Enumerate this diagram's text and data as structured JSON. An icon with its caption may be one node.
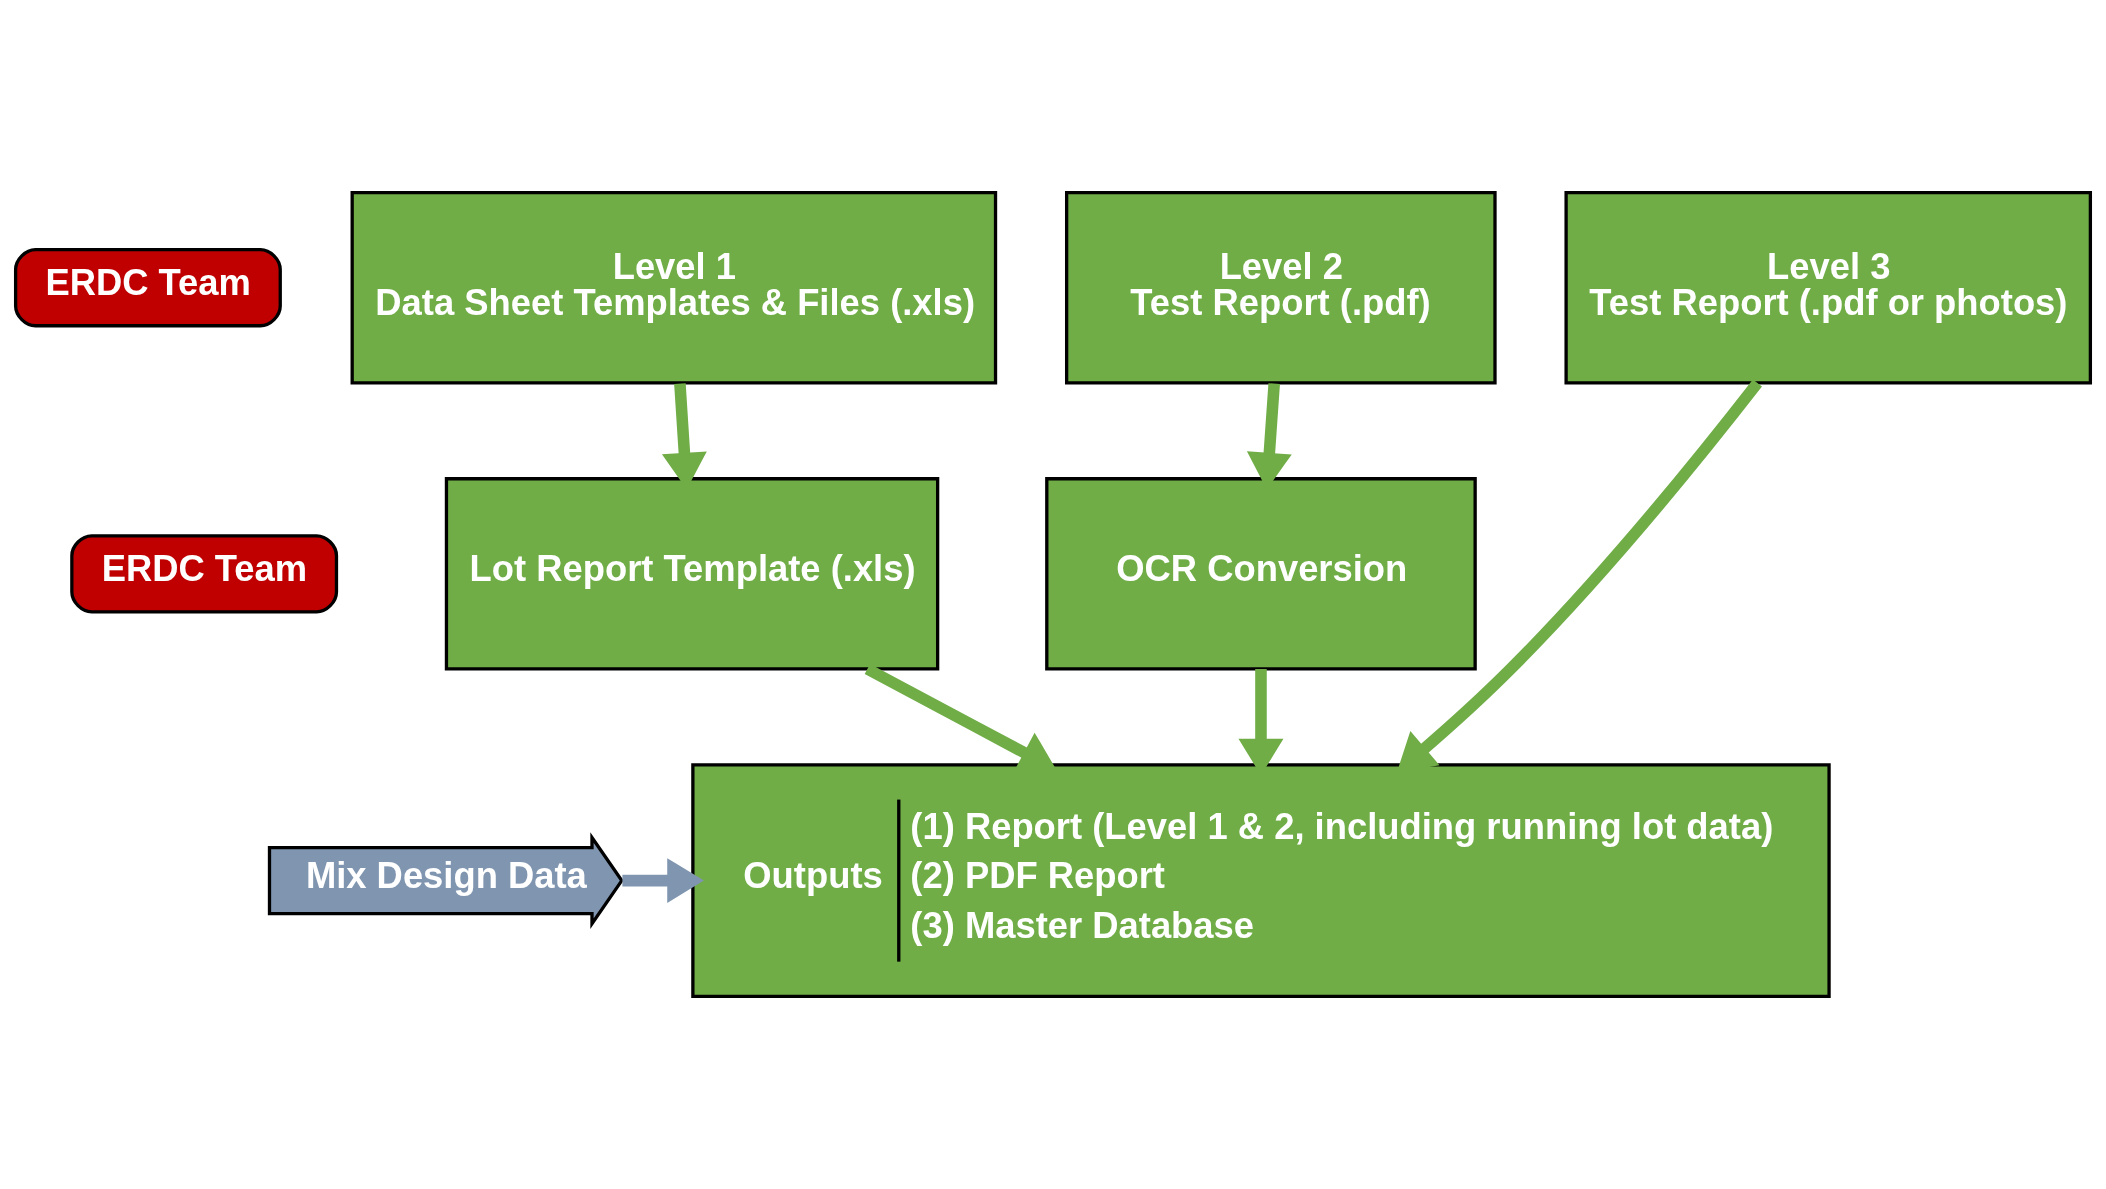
{
  "diagram": {
    "nodes": [
      {
        "text": [
          "ERDC Team"
        ]
      },
      {
        "text": [
          "Level 1",
          "Data Sheet Templates & Files (.xls)"
        ]
      },
      {
        "text": [
          "Level 2",
          "Test Report (.pdf)"
        ]
      },
      {
        "text": [
          "Level 3",
          "Test Report (.pdf or photos)"
        ]
      },
      {
        "text": [
          "ERDC Team"
        ]
      },
      {
        "text": [
          "Lot Report Template (.xls)"
        ]
      },
      {
        "text": [
          "OCR Conversion"
        ]
      },
      {
        "text": [
          "Mix Design Data"
        ]
      },
      {
        "text": [
          "Outputs",
          "(1) Report (Level 1 & 2, including running lot data)",
          "(2) PDF Report",
          "(3) Master Database"
        ]
      }
    ],
    "edges": [
      {
        "from": 1,
        "to": 5,
        "arrow": "to"
      },
      {
        "from": 2,
        "to": 6,
        "arrow": "to"
      },
      {
        "from": 5,
        "to": 8,
        "arrow": "to"
      },
      {
        "from": 6,
        "to": 8,
        "arrow": "to"
      },
      {
        "from": 3,
        "to": 8,
        "arrow": "to"
      },
      {
        "from": 7,
        "to": 8,
        "arrow": "to",
        "color": "#8096b0"
      }
    ]
  }
}
